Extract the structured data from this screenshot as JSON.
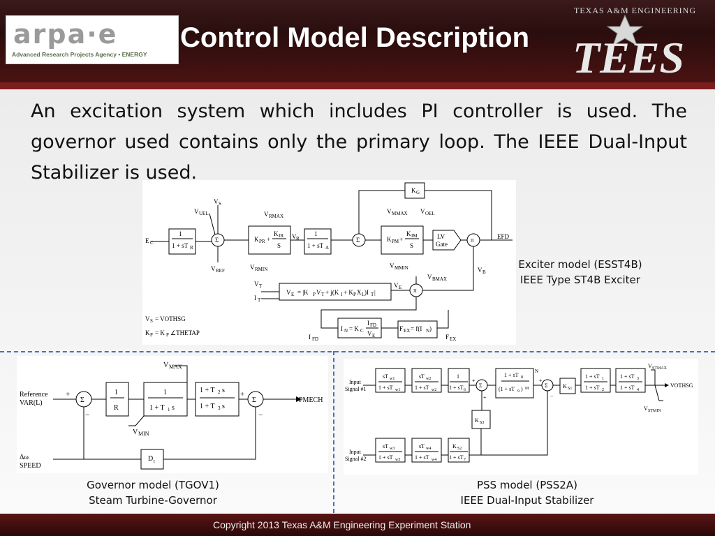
{
  "header": {
    "logo_text": "arpa·e",
    "logo_subtitle": "Advanced Research Projects Agency • ENERGY",
    "title": "Control Model Description",
    "partner_top": "TEXAS A&M ENGINEERING",
    "partner_logo": "TEES"
  },
  "intro": "An excitation system which includes PI controller is used. The governor used contains only the primary loop. The IEEE Dual-Input Stabilizer is used.",
  "exciter": {
    "caption_line1": "Exciter model (ESST4B)",
    "caption_line2": "IEEE Type ST4B Exciter"
  },
  "governor": {
    "caption_line1": "Governor model (TGOV1)",
    "caption_line2": "Steam Turbine-Governor"
  },
  "pss": {
    "caption_line1": "PSS model (PSS2A)",
    "caption_line2": "IEEE Dual-Input Stabilizer"
  },
  "footer": "Copyright 2013    Texas A&M Engineering Experiment Station",
  "colors": {
    "header_bg": "#2a0d0d",
    "divider": "#4a6fb5"
  }
}
